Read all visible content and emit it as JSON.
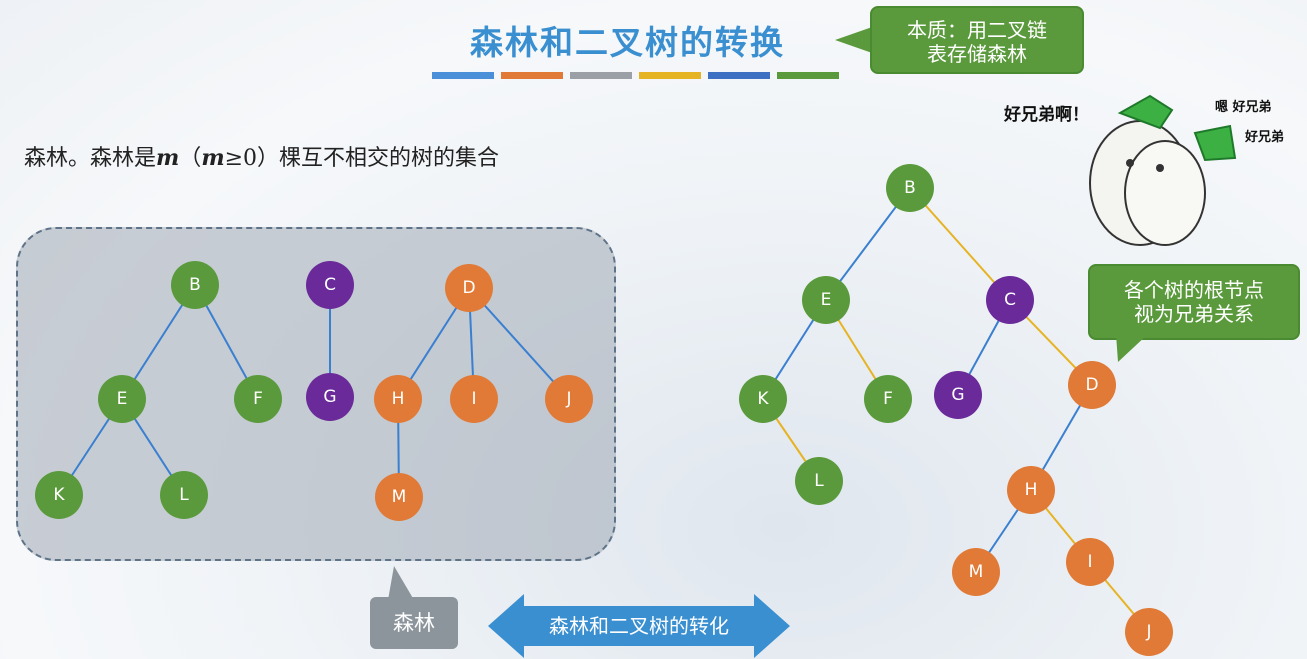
{
  "title": "森林和二叉树的转换",
  "bar_colors": [
    "#4a90d9",
    "#e07a36",
    "#9aa0a6",
    "#e6b323",
    "#3d6fc2",
    "#5a9a3c"
  ],
  "callout_top": {
    "line1": "本质：用二叉链",
    "line2": "表存储森林"
  },
  "callout_right": {
    "line1": "各个树的根节点",
    "line2": "视为兄弟关系"
  },
  "intro": {
    "prefix": "森林。森林是",
    "m": "m",
    "open": "（",
    "m2": "m",
    "cond": "≥0）",
    "suffix": "棵互不相交的树的集合"
  },
  "meme": {
    "main": "好兄弟啊！",
    "sub1": "嗯 好兄弟",
    "sub2": "好兄弟"
  },
  "forest_label": "森林",
  "arrow_label": "森林和二叉树的转化",
  "colors": {
    "green": "#5a9a3c",
    "purple": "#6a2a9a",
    "orange": "#e07a36",
    "blue_edge": "#3a7fd0",
    "yellow_edge": "#e6b323"
  },
  "forest": {
    "nodes": [
      {
        "id": "B",
        "label": "B",
        "color": "green"
      },
      {
        "id": "E",
        "label": "E",
        "color": "green"
      },
      {
        "id": "F",
        "label": "F",
        "color": "green"
      },
      {
        "id": "K",
        "label": "K",
        "color": "green"
      },
      {
        "id": "L",
        "label": "L",
        "color": "green"
      },
      {
        "id": "C",
        "label": "C",
        "color": "purple"
      },
      {
        "id": "G",
        "label": "G",
        "color": "purple"
      },
      {
        "id": "D",
        "label": "D",
        "color": "orange"
      },
      {
        "id": "H",
        "label": "H",
        "color": "orange"
      },
      {
        "id": "I",
        "label": "I",
        "color": "orange"
      },
      {
        "id": "J",
        "label": "J",
        "color": "orange"
      },
      {
        "id": "M",
        "label": "M",
        "color": "orange"
      }
    ],
    "edges": [
      [
        "B",
        "E"
      ],
      [
        "B",
        "F"
      ],
      [
        "E",
        "K"
      ],
      [
        "E",
        "L"
      ],
      [
        "C",
        "G"
      ],
      [
        "D",
        "H"
      ],
      [
        "D",
        "I"
      ],
      [
        "D",
        "J"
      ],
      [
        "H",
        "M"
      ]
    ]
  },
  "binary_tree": {
    "nodes": [
      {
        "id": "B",
        "label": "B",
        "color": "green"
      },
      {
        "id": "E",
        "label": "E",
        "color": "green"
      },
      {
        "id": "C",
        "label": "C",
        "color": "purple"
      },
      {
        "id": "K",
        "label": "K",
        "color": "green"
      },
      {
        "id": "F",
        "label": "F",
        "color": "green"
      },
      {
        "id": "G",
        "label": "G",
        "color": "purple"
      },
      {
        "id": "D",
        "label": "D",
        "color": "orange"
      },
      {
        "id": "L",
        "label": "L",
        "color": "green"
      },
      {
        "id": "H",
        "label": "H",
        "color": "orange"
      },
      {
        "id": "M",
        "label": "M",
        "color": "orange"
      },
      {
        "id": "I",
        "label": "I",
        "color": "orange"
      },
      {
        "id": "J",
        "label": "J",
        "color": "orange"
      }
    ],
    "edges": [
      {
        "from": "B",
        "to": "E",
        "kind": "child"
      },
      {
        "from": "B",
        "to": "C",
        "kind": "sibling"
      },
      {
        "from": "E",
        "to": "K",
        "kind": "child"
      },
      {
        "from": "E",
        "to": "F",
        "kind": "sibling"
      },
      {
        "from": "K",
        "to": "L",
        "kind": "sibling"
      },
      {
        "from": "C",
        "to": "G",
        "kind": "child"
      },
      {
        "from": "C",
        "to": "D",
        "kind": "sibling"
      },
      {
        "from": "D",
        "to": "H",
        "kind": "child"
      },
      {
        "from": "H",
        "to": "M",
        "kind": "child"
      },
      {
        "from": "H",
        "to": "I",
        "kind": "sibling"
      },
      {
        "from": "I",
        "to": "J",
        "kind": "sibling"
      }
    ]
  }
}
